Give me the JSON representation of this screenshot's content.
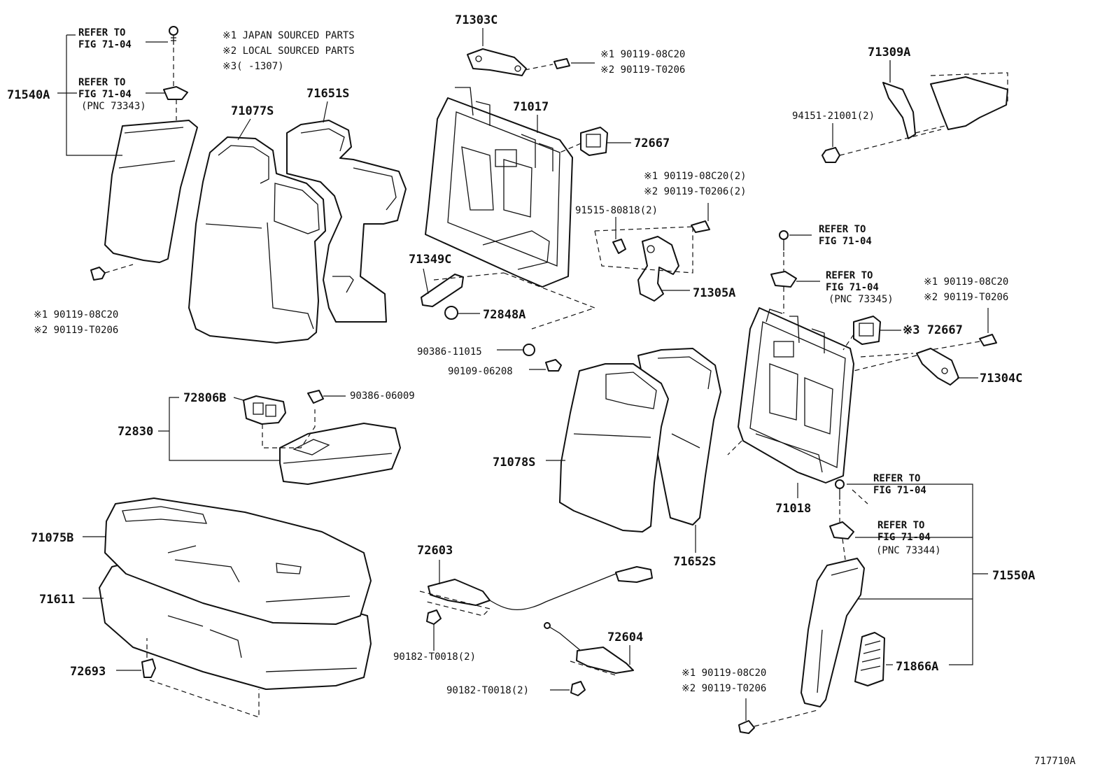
{
  "notes": {
    "n1": "※1 JAPAN SOURCED PARTS",
    "n2": "※2 LOCAL SOURCED PARTS",
    "n3": "※3(     -1307)"
  },
  "diagram_id": "717710A",
  "labels": {
    "p71540A": "71540A",
    "refer1_a": "REFER TO",
    "refer1_b": "FIG 71-04",
    "refer2_a": "REFER TO",
    "refer2_b": "FIG 71-04",
    "refer2_c": "(PNC 73343)",
    "bolt_left_1": "※1 90119-08C20",
    "bolt_left_2": "※2 90119-T0206",
    "p71077S": "71077S",
    "p71651S": "71651S",
    "p71303C": "71303C",
    "bolt_top_1": "※1 90119-08C20",
    "bolt_top_2": "※2 90119-T0206",
    "p71017": "71017",
    "p72667": "72667",
    "p71309A": "71309A",
    "p94151": "94151-21001(2)",
    "bolt_mid_1": "※1 90119-08C20(2)",
    "bolt_mid_2": "※2 90119-T0206(2)",
    "p91515": "91515-80818(2)",
    "p71305A": "71305A",
    "p71349C": "71349C",
    "p72848A": "72848A",
    "p90386_11015": "90386-11015",
    "p90109": "90109-06208",
    "refer3_a": "REFER TO",
    "refer3_b": "FIG 71-04",
    "refer4_a": "REFER TO",
    "refer4_b": "FIG 71-04",
    "refer4_c": "(PNC 73345)",
    "bolt_r1": "※1 90119-08C20",
    "bolt_r2": "※2 90119-T0206",
    "p72667b": "※3 72667",
    "p71304C": "71304C",
    "p72806B": "72806B",
    "p90386_06009": "90386-06009",
    "p72830": "72830",
    "p71078S": "71078S",
    "p71018": "71018",
    "refer5_a": "REFER TO",
    "refer5_b": "FIG 71-04",
    "refer6_a": "REFER TO",
    "refer6_b": "FIG 71-04",
    "refer6_c": "(PNC 73344)",
    "p71550A": "71550A",
    "p71075B": "71075B",
    "p71611": "71611",
    "p72693": "72693",
    "p72603": "72603",
    "p90182_a": "90182-T0018(2)",
    "p72604": "72604",
    "p90182_b": "90182-T0018(2)",
    "p71652S": "71652S",
    "bolt_bot_1": "※1 90119-08C20",
    "bolt_bot_2": "※2 90119-T0206",
    "p71866A": "71866A"
  }
}
